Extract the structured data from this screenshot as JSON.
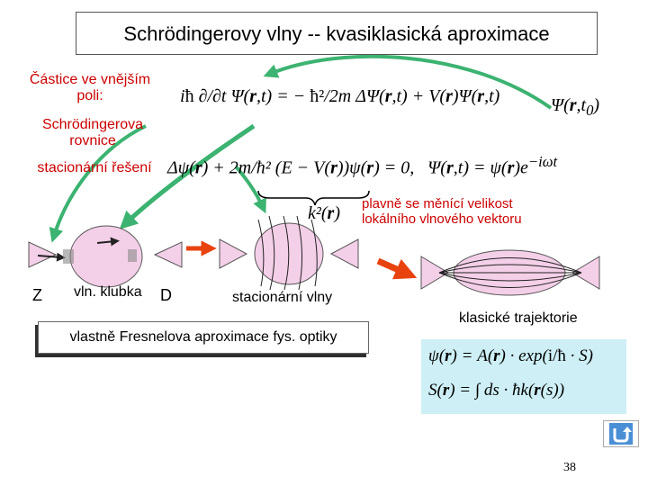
{
  "title": "Schrödingerovy vlny -- kvasiklasická aproximace",
  "labels": {
    "particle_fields": "Částice ve vnějším poli:",
    "schrodinger_eq": "Schrödingerova rovnice",
    "stationary_solution": "stacionární řešení",
    "wavevector_note": "plavně se měnící velikost lokálního vlnového vektoru",
    "source": "Z",
    "wave_packet": "vln. klubka",
    "detector": "D",
    "stationary_waves": "stacionární vlny",
    "classical_trajectories": "klasické trajektorie",
    "fresnel": "vlastně Fresnelova aproximace fys. optiky"
  },
  "page_number": "38",
  "icons": {
    "nav": "return-arrow-icon"
  },
  "colors": {
    "accent_red": "#cc0000",
    "green_arrow": "#3cb371",
    "orange_arrow": "#e8430f",
    "lens_pink": "#f4cfe8"
  }
}
